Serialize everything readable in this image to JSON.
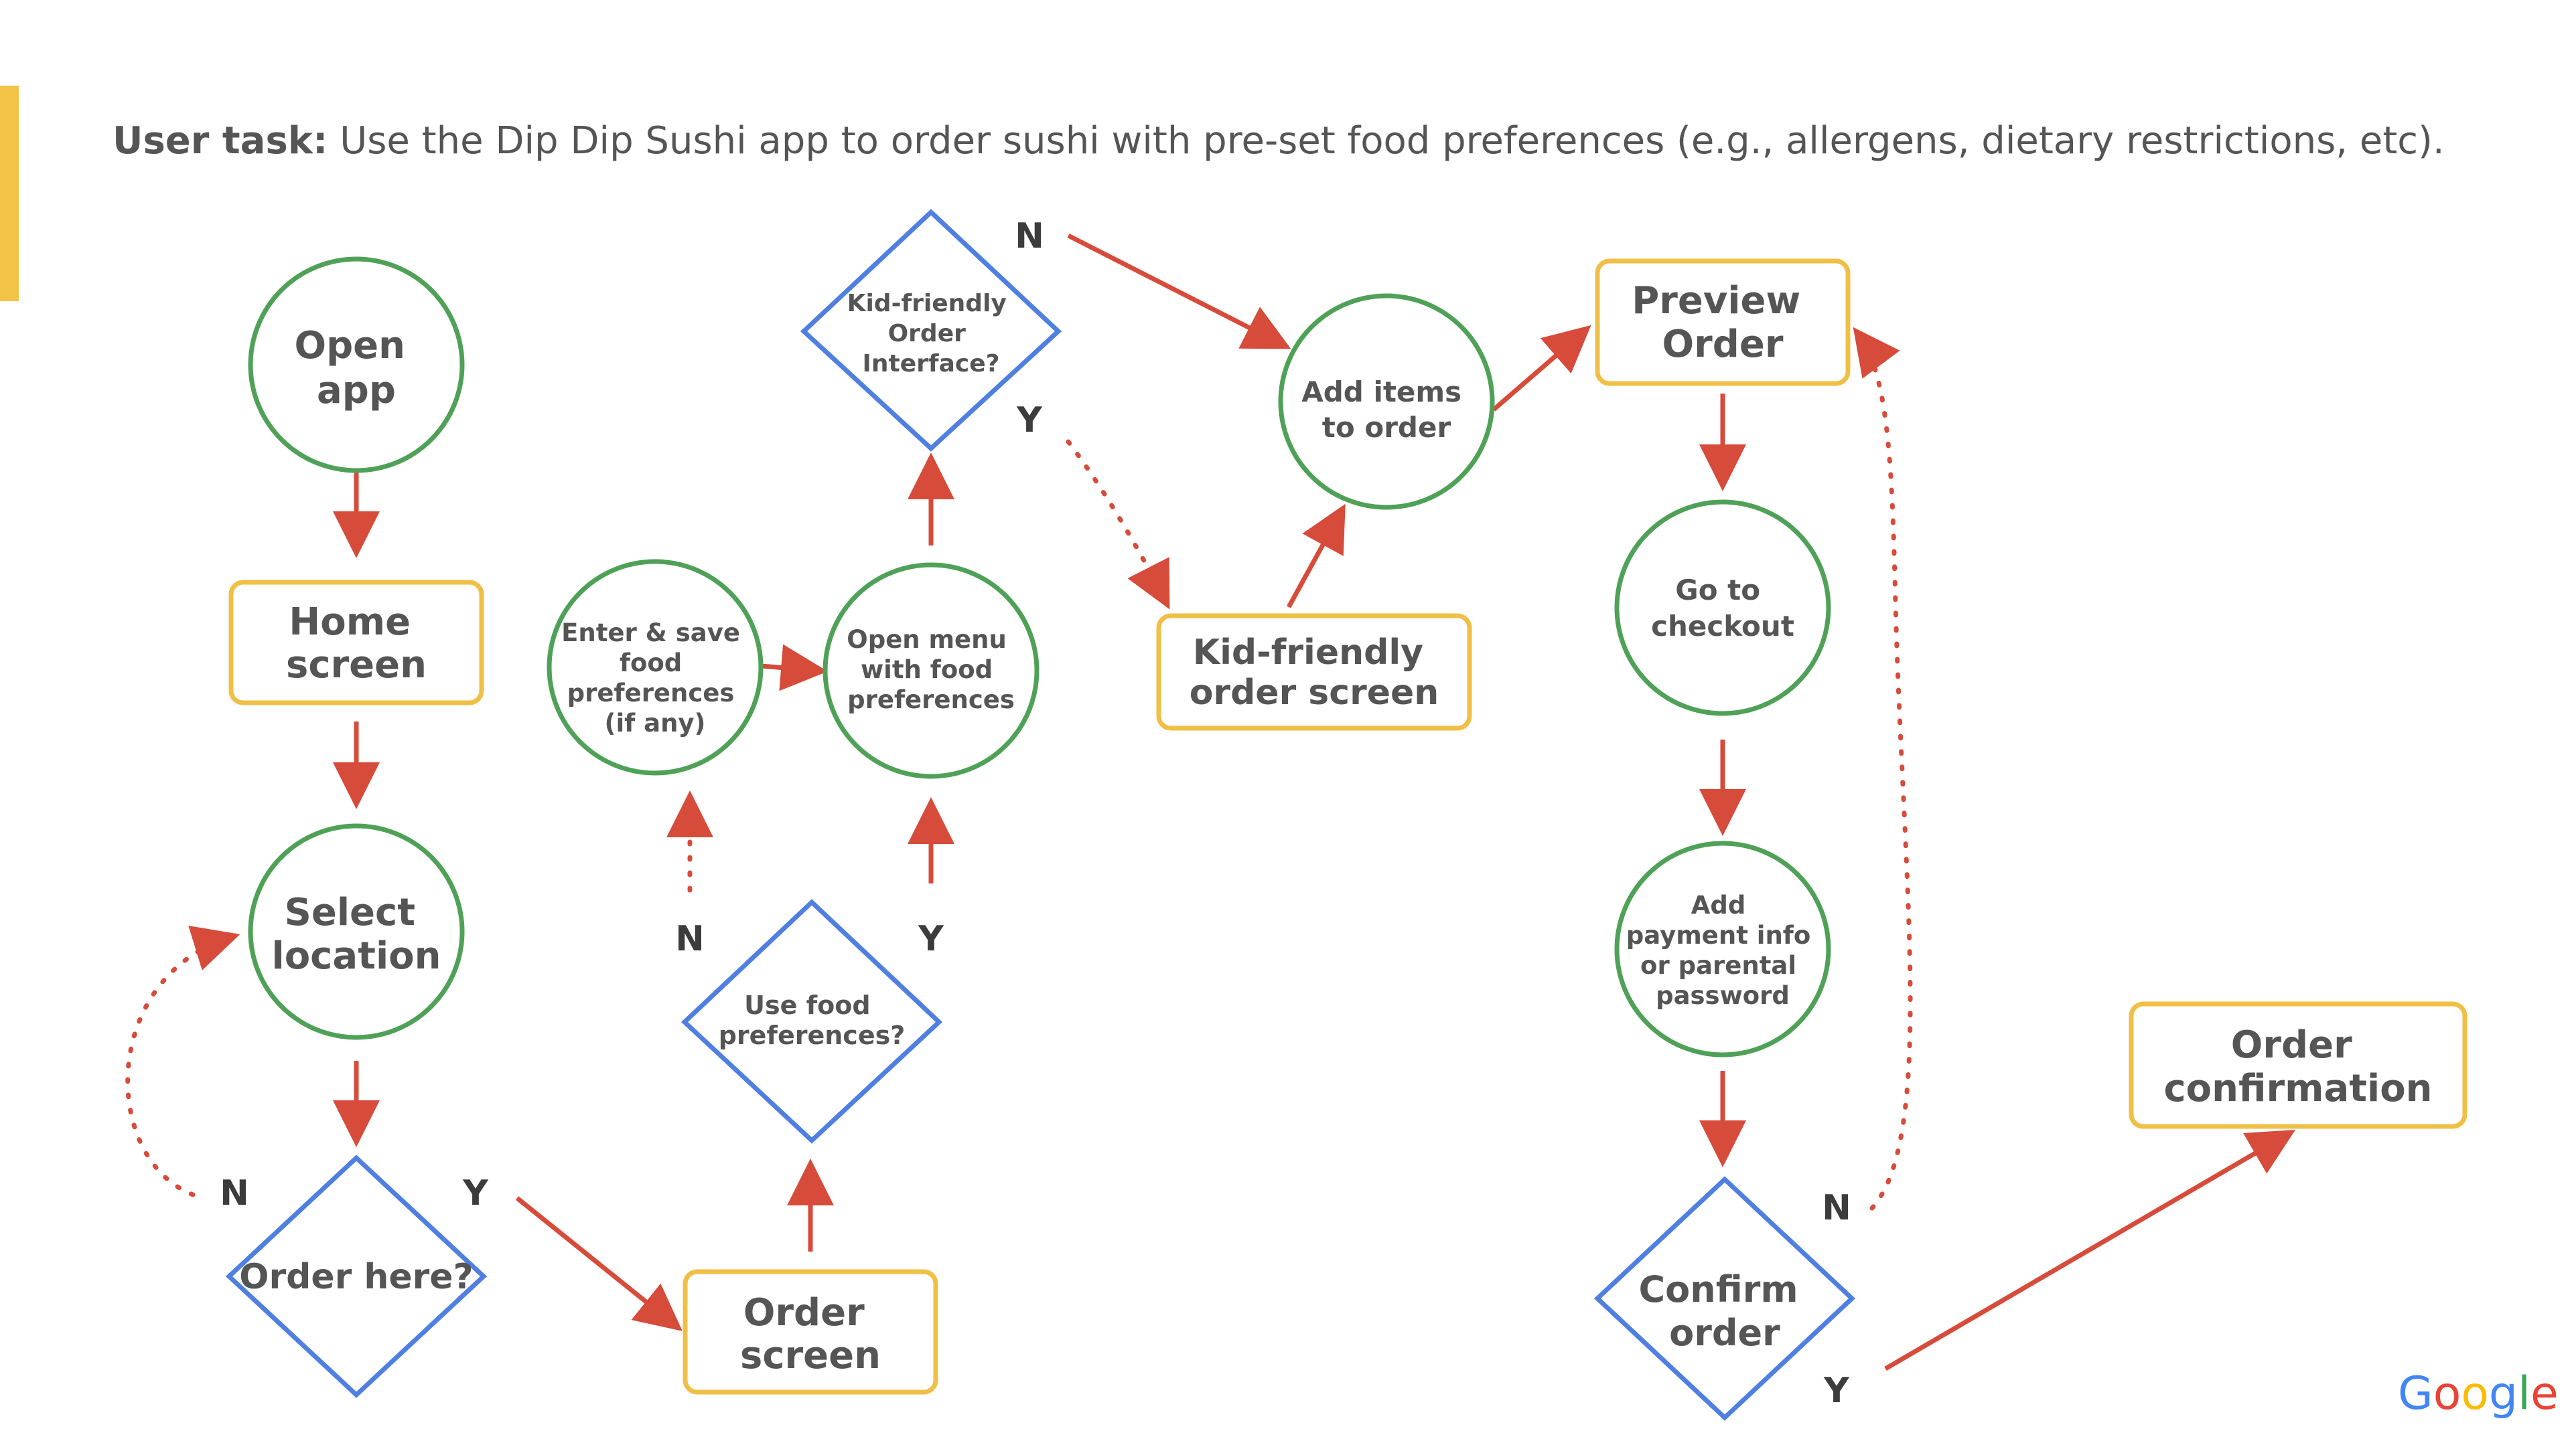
{
  "header": {
    "task_label": "User task:",
    "task_text": "Use the Dip Dip Sushi app to order sushi with pre-set food preferences (e.g., allergens, dietary restrictions, etc)."
  },
  "colors": {
    "circle": "#4fa157",
    "rectangle": "#f0bf45",
    "diamond": "#4f7fe0",
    "arrow": "#d74b3b",
    "accent": "#f2c346"
  },
  "nodes": {
    "open_app": [
      "Open",
      "app"
    ],
    "home_screen": [
      "Home",
      "screen"
    ],
    "select_location": [
      "Select",
      "location"
    ],
    "order_here": [
      "Order here?"
    ],
    "order_screen": [
      "Order",
      "screen"
    ],
    "use_food_prefs": [
      "Use food",
      "preferences?"
    ],
    "enter_save_prefs": [
      "Enter & save",
      "food",
      "preferences",
      "(if any)"
    ],
    "open_menu": [
      "Open menu",
      "with food",
      "preferences"
    ],
    "kid_friendly_q": [
      "Kid-friendly",
      "Order",
      "Interface?"
    ],
    "kid_friendly_screen": [
      "Kid-friendly",
      "order screen"
    ],
    "add_items": [
      "Add items",
      "to order"
    ],
    "preview_order": [
      "Preview",
      "Order"
    ],
    "go_checkout": [
      "Go to",
      "checkout"
    ],
    "add_payment": [
      "Add",
      "payment info",
      "or parental",
      "password"
    ],
    "confirm_order": [
      "Confirm",
      "order"
    ],
    "order_confirmation": [
      "Order",
      "confirmation"
    ]
  },
  "branch_labels": {
    "order_here_no": "N",
    "order_here_yes": "Y",
    "use_prefs_no": "N",
    "use_prefs_yes": "Y",
    "kid_no": "N",
    "kid_yes": "Y",
    "confirm_no": "N",
    "confirm_yes": "Y"
  },
  "logo": {
    "text": "Google",
    "letters": [
      "G",
      "o",
      "o",
      "g",
      "l",
      "e"
    ],
    "letter_colors": [
      "#4285F4",
      "#EA4335",
      "#FBBC05",
      "#4285F4",
      "#34A853",
      "#EA4335"
    ]
  }
}
